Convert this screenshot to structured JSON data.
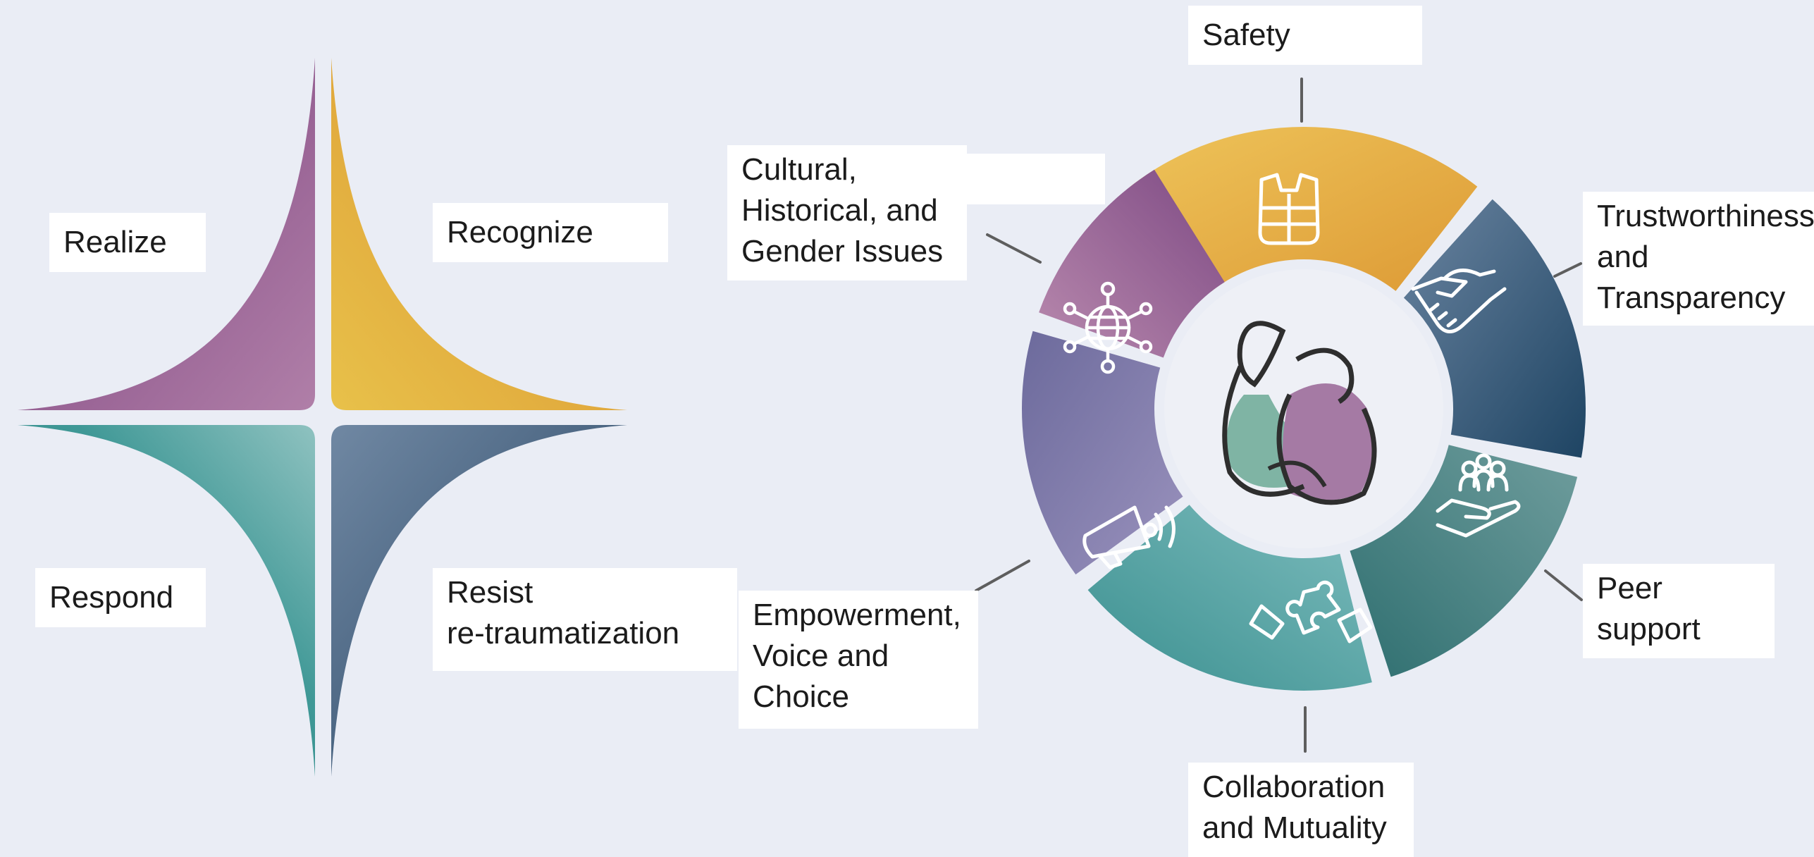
{
  "four_rs": {
    "realize": "Realize",
    "recognize": "Recognize",
    "respond": "Respond",
    "resist": [
      "Resist",
      "re-traumatization"
    ],
    "colors": {
      "realize": "#8a4f86",
      "recognize": "#e0a238",
      "respond": "#3a9494",
      "resist": "#3e5675"
    }
  },
  "principles": {
    "safety": "Safety",
    "trust": [
      "Trustworthiness",
      "and",
      "Transparency"
    ],
    "peer": [
      "Peer",
      "support"
    ],
    "collab": [
      "Collaboration",
      "and Mutuality"
    ],
    "empower": [
      "Empowerment,",
      "Voice and",
      "Choice"
    ],
    "cultural": [
      "Cultural,",
      "Historical, and",
      "Gender Issues"
    ]
  },
  "icons": {
    "safety": "life-vest-icon",
    "trust": "handshake-icon",
    "peer": "hand-with-people-icon",
    "collab": "puzzle-hands-icon",
    "empower": "megaphone-icon",
    "cultural": "globe-network-icon",
    "center": "mother-and-child-icon"
  }
}
